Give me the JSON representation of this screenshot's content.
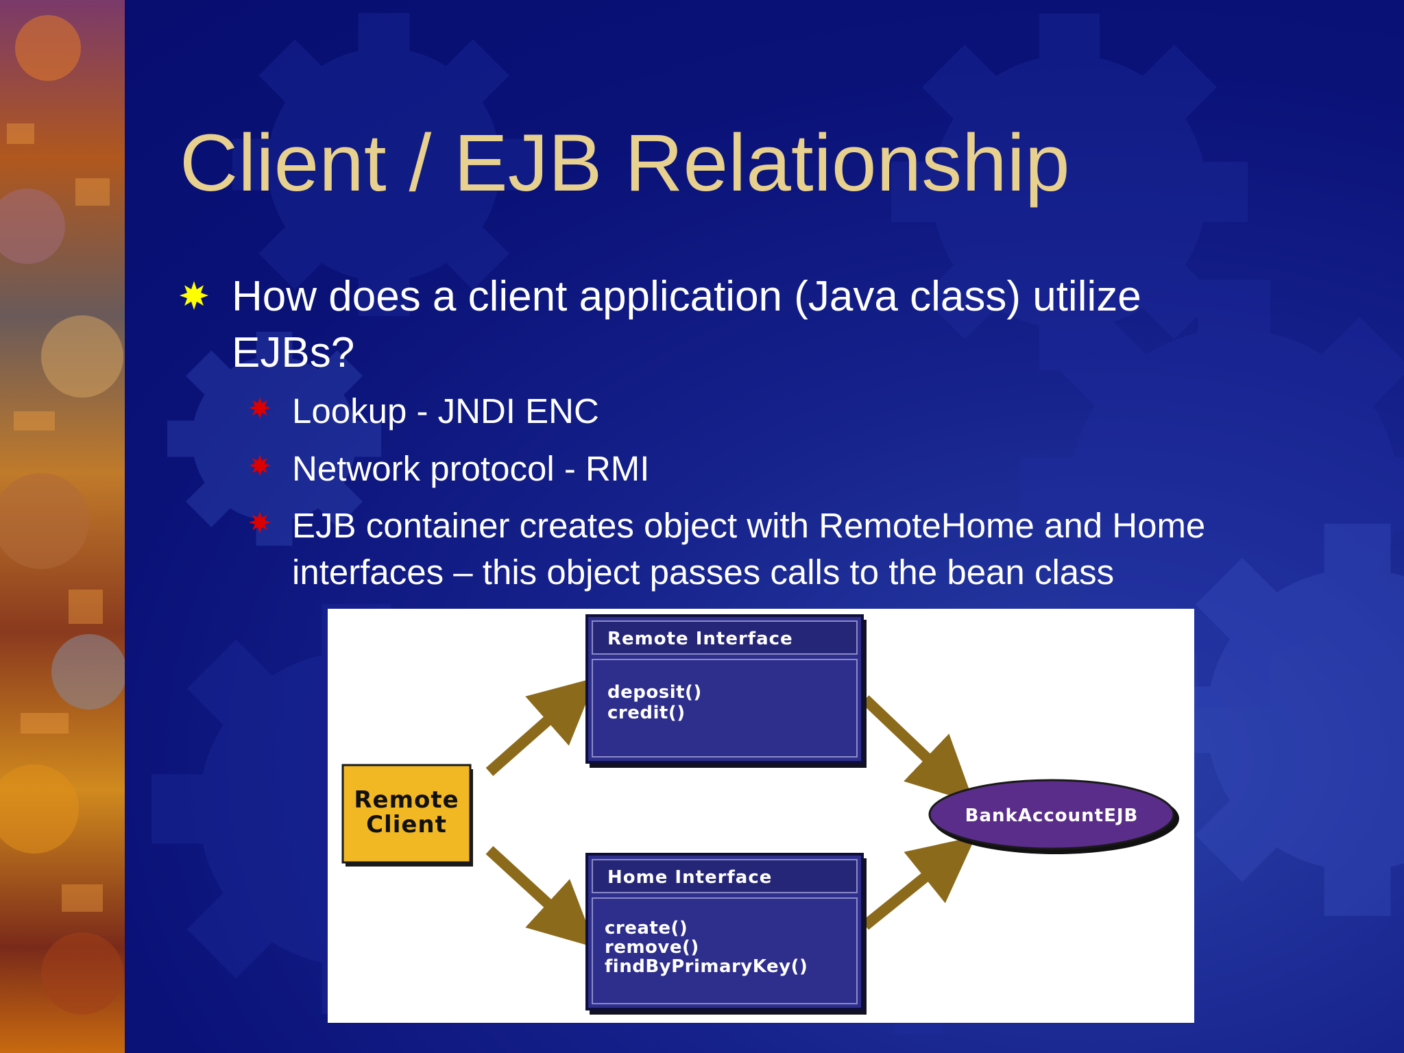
{
  "slide": {
    "title": "Client / EJB Relationship",
    "bullets": [
      {
        "text": "How does a client application (Java class) utilize EJBs?",
        "sub_bullets": [
          "Lookup  - JNDI ENC",
          "Network protocol - RMI",
          "EJB container creates object with RemoteHome and Home interfaces – this object passes calls to the bean class"
        ]
      }
    ]
  },
  "diagram": {
    "client": {
      "line1": "Remote",
      "line2": "Client"
    },
    "remote_interface": {
      "title": "Remote Interface",
      "methods": [
        "deposit()",
        "credit()"
      ]
    },
    "home_interface": {
      "title": "Home Interface",
      "methods": [
        "create()",
        "remove()",
        "findByPrimaryKey()"
      ]
    },
    "bean": {
      "label": "BankAccountEJB"
    }
  },
  "colors": {
    "title": "#e8d08e",
    "bullet_l1_marker": "#ffff00",
    "bullet_l2_marker": "#dd0000",
    "client_box": "#f2b824",
    "interface_box": "#2e2e8c",
    "bean_ellipse": "#5a2d8a",
    "arrow": "#8c6a1c"
  }
}
